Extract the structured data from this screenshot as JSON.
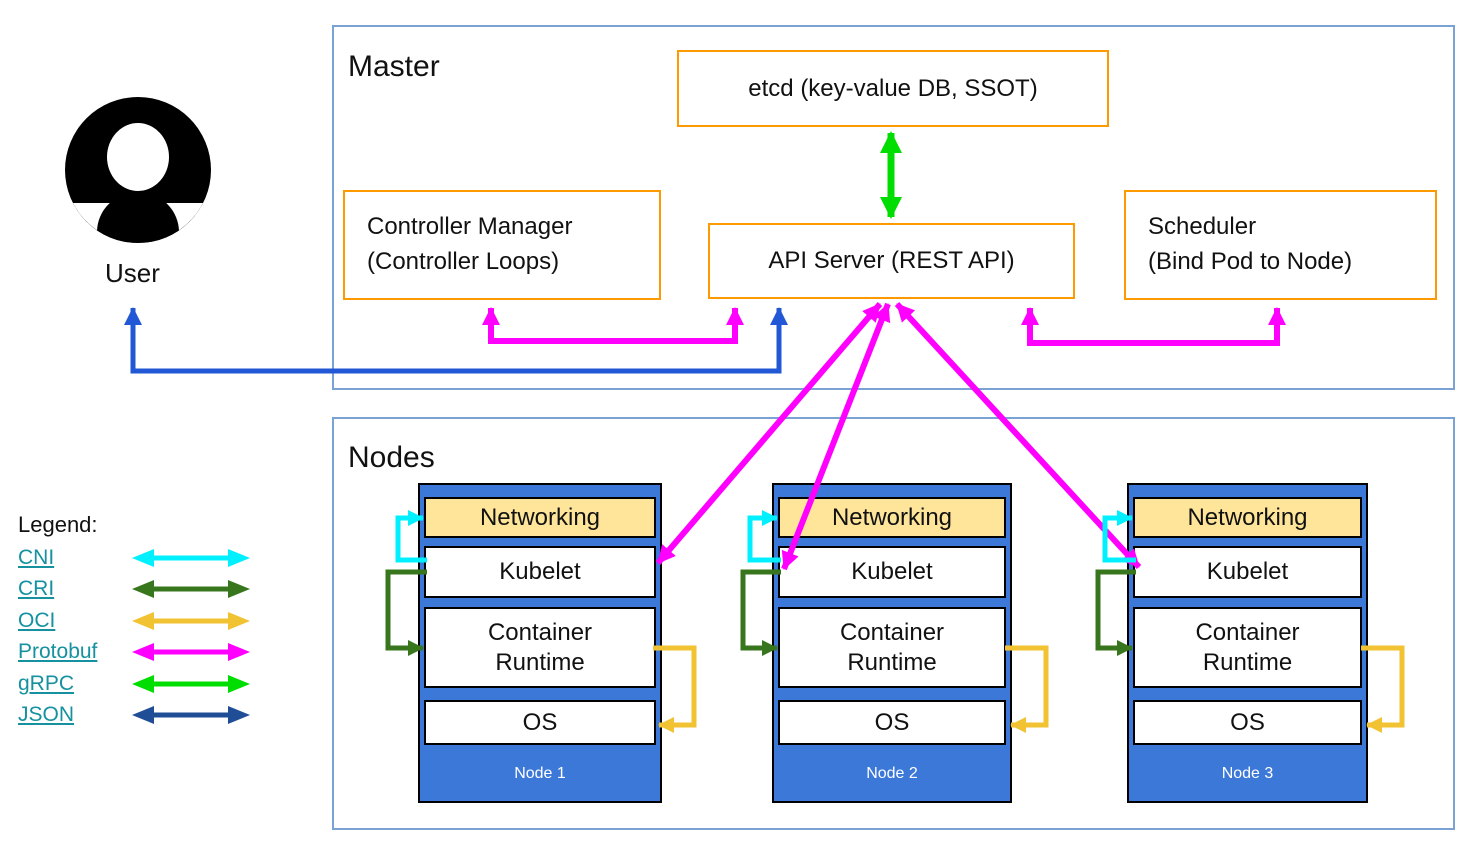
{
  "user": {
    "label": "User"
  },
  "master": {
    "label": "Master",
    "etcd_label": "etcd (key-value DB, SSOT)",
    "controller_manager_line1": "Controller Manager",
    "controller_manager_line2": "(Controller Loops)",
    "api_server_label": "API Server (REST API)",
    "scheduler_line1": "Scheduler",
    "scheduler_line2": "(Bind Pod to Node)"
  },
  "nodes_section": {
    "label": "Nodes",
    "nodes": [
      {
        "networking": "Networking",
        "kubelet": "Kubelet",
        "container_runtime": "Container Runtime",
        "os": "OS",
        "name": "Node 1"
      },
      {
        "networking": "Networking",
        "kubelet": "Kubelet",
        "container_runtime": "Container Runtime",
        "os": "OS",
        "name": "Node 2"
      },
      {
        "networking": "Networking",
        "kubelet": "Kubelet",
        "container_runtime": "Container Runtime",
        "os": "OS",
        "name": "Node 3"
      }
    ]
  },
  "legend": {
    "title": "Legend:",
    "items": [
      {
        "label": "CNI",
        "color": "#00f0ff"
      },
      {
        "label": "CRI",
        "color": "#38761d"
      },
      {
        "label": "OCI",
        "color": "#f1c232"
      },
      {
        "label": "Protobuf",
        "color": "#ff00ff"
      },
      {
        "label": "gRPC",
        "color": "#00dd00"
      },
      {
        "label": "JSON",
        "color": "#1f4e96"
      }
    ]
  },
  "colors": {
    "frame_border": "#7ba2d4",
    "box_border": "#ff9900",
    "node_fill": "#3c78d8",
    "networking_fill": "#ffe599",
    "user_api_link": "#2257d6"
  },
  "connections": [
    {
      "from": "User",
      "to": "API Server",
      "protocol": "JSON"
    },
    {
      "from": "etcd",
      "to": "API Server",
      "protocol": "gRPC"
    },
    {
      "from": "Controller Manager",
      "to": "API Server",
      "protocol": "Protobuf"
    },
    {
      "from": "Scheduler",
      "to": "API Server",
      "protocol": "Protobuf"
    },
    {
      "from": "API Server",
      "to": "Kubelet (Node 1)",
      "protocol": "Protobuf"
    },
    {
      "from": "API Server",
      "to": "Kubelet (Node 2)",
      "protocol": "Protobuf"
    },
    {
      "from": "API Server",
      "to": "Kubelet (Node 3)",
      "protocol": "Protobuf"
    },
    {
      "from": "Kubelet",
      "to": "Networking",
      "protocol": "CNI"
    },
    {
      "from": "Kubelet",
      "to": "Container Runtime",
      "protocol": "CRI"
    },
    {
      "from": "Container Runtime",
      "to": "OS",
      "protocol": "OCI"
    }
  ]
}
